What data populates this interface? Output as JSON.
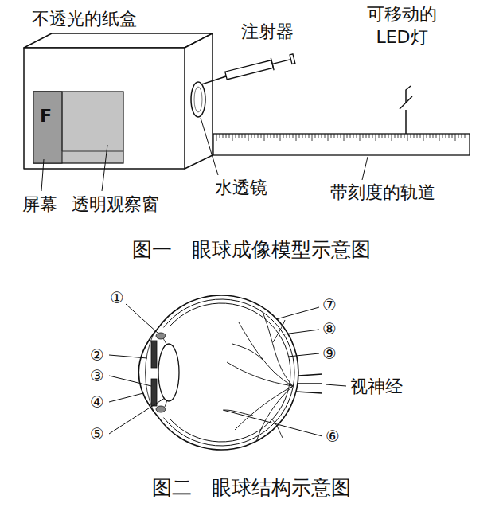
{
  "diagram": {
    "labels": [
      "不透光的纸盒",
      "注射器",
      "可移动的 LED灯",
      "F",
      "屏幕",
      "透明观察窗",
      "水透镜",
      "带刻度的轨道",
      "图一　眼球成像模型示意图",
      "①",
      "②",
      "③",
      "④",
      "⑤",
      "⑥",
      "⑦",
      "⑧",
      "⑨",
      "视神经",
      "图二　眼球结构示意图"
    ]
  }
}
